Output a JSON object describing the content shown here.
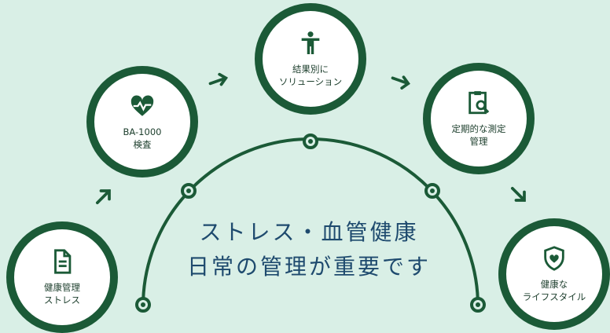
{
  "colors": {
    "background": "#d9efe6",
    "ring": "#1b5a37",
    "accent_text": "#1e4a6e"
  },
  "headline": {
    "line1": "ストレス・血管健康",
    "line2": "日常の管理が重要です"
  },
  "steps": [
    {
      "icon": "document-icon",
      "line1": "健康管理",
      "line2": "ストレス"
    },
    {
      "icon": "heartbeat-icon",
      "line1": "BA-1000",
      "line2": "検査"
    },
    {
      "icon": "person-icon",
      "line1": "結果別に",
      "line2": "ソリューション"
    },
    {
      "icon": "clipboard-search-icon",
      "line1": "定期的な測定",
      "line2": "管理"
    },
    {
      "icon": "shield-heart-icon",
      "line1": "健康な",
      "line2": "ライフスタイル"
    }
  ]
}
